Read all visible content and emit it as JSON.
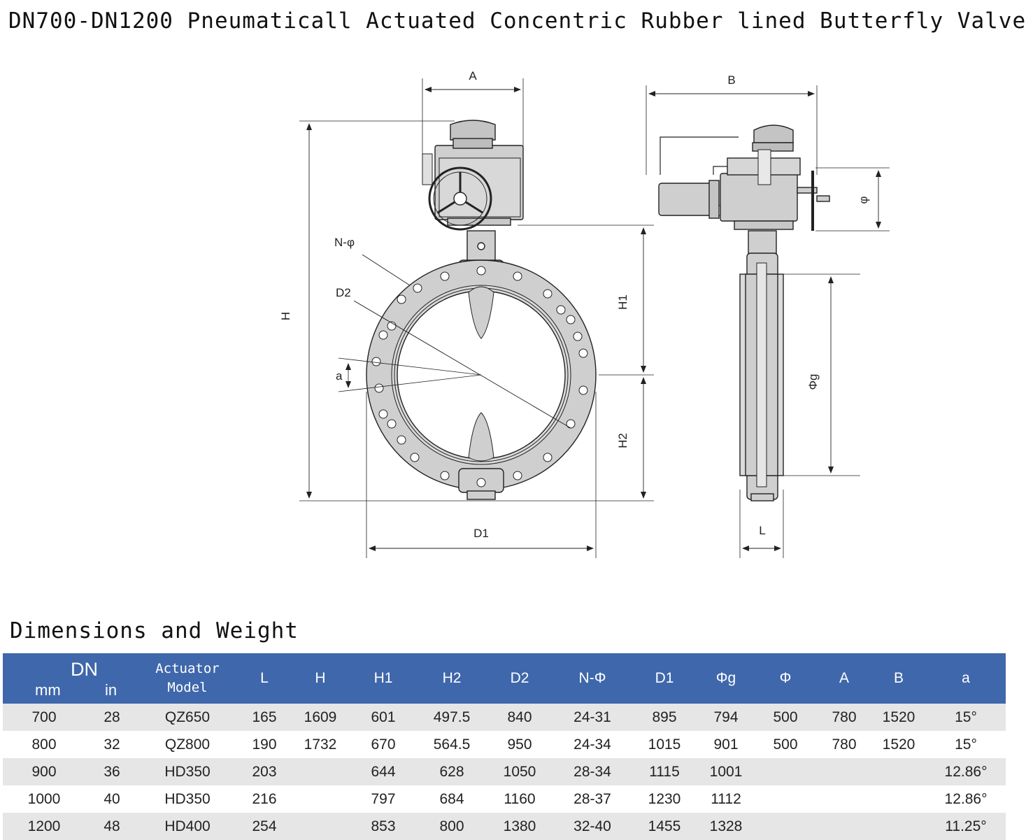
{
  "title": "DN700-DN1200 Pneumaticall Actuated Concentric Rubber lined Butterfly Valve",
  "drawing_labels": {
    "A": "A",
    "B": "B",
    "H": "H",
    "H1": "H1",
    "H2": "H2",
    "D1": "D1",
    "D2": "D2",
    "N_phi": "N-φ",
    "a": "a",
    "phi_g": "Φg",
    "phi": "φ",
    "L": "L"
  },
  "section_title": "Dimensions and Weight",
  "table": {
    "dn_label": "DN",
    "mm_label": "mm",
    "in_label": "in",
    "actuator_label_1": "Actuator",
    "actuator_label_2": "Model",
    "headers": [
      "L",
      "H",
      "H1",
      "H2",
      "D2",
      "N-Φ",
      "D1",
      "Φg",
      "Φ",
      "A",
      "B",
      "a"
    ],
    "rows": [
      [
        "700",
        "28",
        "QZ650",
        "165",
        "1609",
        "601",
        "497.5",
        "840",
        "24-31",
        "895",
        "794",
        "500",
        "780",
        "1520",
        "15°"
      ],
      [
        "800",
        "32",
        "QZ800",
        "190",
        "1732",
        "670",
        "564.5",
        "950",
        "24-34",
        "1015",
        "901",
        "500",
        "780",
        "1520",
        "15°"
      ],
      [
        "900",
        "36",
        "HD350",
        "203",
        "",
        "644",
        "628",
        "1050",
        "28-34",
        "1115",
        "1001",
        "",
        "",
        "",
        "12.86°"
      ],
      [
        "1000",
        "40",
        "HD350",
        "216",
        "",
        "797",
        "684",
        "1160",
        "28-37",
        "1230",
        "1112",
        "",
        "",
        "",
        "12.86°"
      ],
      [
        "1200",
        "48",
        "HD400",
        "254",
        "",
        "853",
        "800",
        "1380",
        "32-40",
        "1455",
        "1328",
        "",
        "",
        "",
        "11.25°"
      ]
    ]
  },
  "colors": {
    "header_bg": "#3f67ab",
    "row_alt": "#e6e6e6",
    "body_gray": "#cfcfcf"
  }
}
